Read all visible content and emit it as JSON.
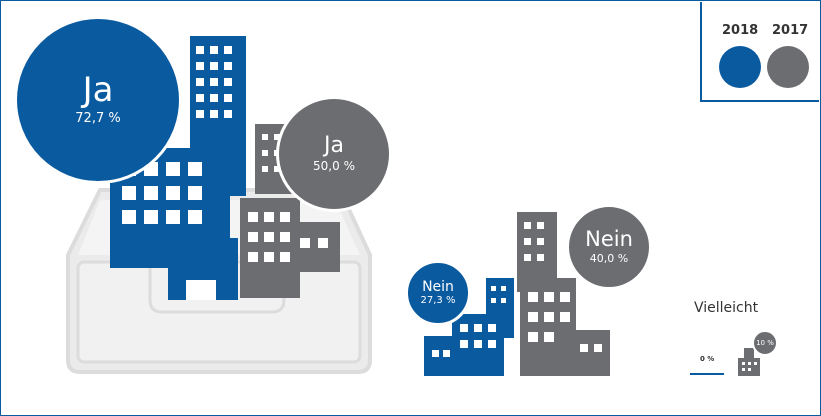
{
  "legend": {
    "year_2018": "2018",
    "year_2017": "2017",
    "color_2018": "#0a5aa0",
    "color_2017": "#6b6d70"
  },
  "chart_data": {
    "type": "bubble",
    "categories": [
      "Ja",
      "Nein",
      "Vielleicht"
    ],
    "series": [
      {
        "name": "2018",
        "values": [
          72.7,
          27.3,
          0.0
        ],
        "labels": [
          "72,7 %",
          "27,3 %",
          "0 %"
        ]
      },
      {
        "name": "2017",
        "values": [
          50.0,
          40.0,
          10.0
        ],
        "labels": [
          "50,0 %",
          "40,0 %",
          "10 %"
        ]
      }
    ],
    "unit": "%"
  },
  "bubbles": {
    "ja_2018": {
      "label": "Ja",
      "value": "72,7 %"
    },
    "ja_2017": {
      "label": "Ja",
      "value": "50,0 %"
    },
    "nein_2018": {
      "label": "Nein",
      "value": "27,3 %"
    },
    "nein_2017": {
      "label": "Nein",
      "value": "40,0 %"
    },
    "vielleicht_2017": {
      "value": "10 %"
    }
  },
  "vielleicht": {
    "label": "Vielleicht",
    "value_2018": "0 %"
  }
}
